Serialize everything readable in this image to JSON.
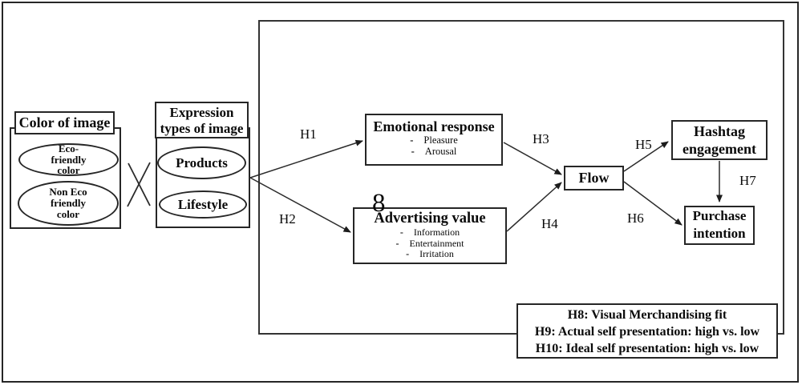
{
  "figure": {
    "left": {
      "color_group": {
        "title": "Color of image",
        "ellipse1": "Eco-\nfriendly\ncolor",
        "ellipse2": "Non Eco\nfriendly\ncolor"
      },
      "expression_group": {
        "title": "Expression\ntypes of image",
        "ellipse1": "Products",
        "ellipse2": "Lifestyle"
      }
    },
    "nodes": {
      "emotional_response": {
        "title": "Emotional response",
        "bullet1": "Pleasure",
        "bullet2": "Arousal"
      },
      "advertising_value": {
        "title": "Advertising value",
        "bullet1": "Information",
        "bullet2": "Entertainment",
        "bullet3": "Irritation"
      },
      "flow": {
        "title": "Flow"
      },
      "hashtag_engagement": {
        "title": "Hashtag\nengagement"
      },
      "purchase_intention": {
        "title": "Purchase\nintention"
      }
    },
    "labels": {
      "h1": "H1",
      "h2": "H2",
      "h3": "H3",
      "h4": "H4",
      "h5": "H5",
      "h6": "H6",
      "h7": "H7"
    },
    "moderators_box": {
      "line1": "H8: Visual Merchandising fit",
      "line2": "H9: Actual self presentation: high vs. low",
      "line3": "H10: Ideal self presentation: high vs. low"
    },
    "bullet_glyph": "-",
    "artifact_glyph": "8",
    "colors": {
      "line": "#2b2b2b",
      "text": "#0a0a0a",
      "background": "#ffffff"
    }
  }
}
